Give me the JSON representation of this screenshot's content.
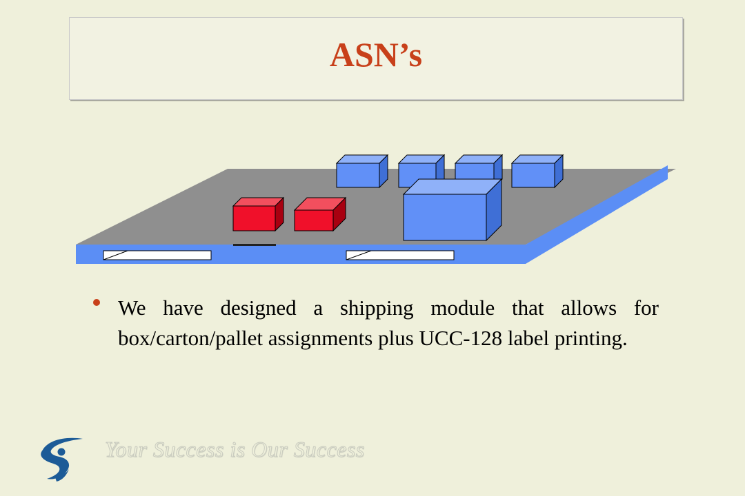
{
  "slide": {
    "title": "ASN’s",
    "bullets": [
      "We have designed a shipping module that allows for box/carton/pallet assignments plus UCC-128 label printing."
    ],
    "footer_tagline": "Your Success is Our Success"
  },
  "icons": {
    "diagram": "pallet-with-boxes-illustration",
    "logo": "company-s-logo-icon"
  },
  "colors": {
    "background": "#eff0db",
    "title": "#c8401a",
    "bullet": "#c8401a",
    "pallet_top": "#8f8f8f",
    "pallet_edge": "#5b8ef5",
    "blue_box": "#6190f7",
    "red_box": "#f0102a",
    "logo": "#1c5b97"
  }
}
